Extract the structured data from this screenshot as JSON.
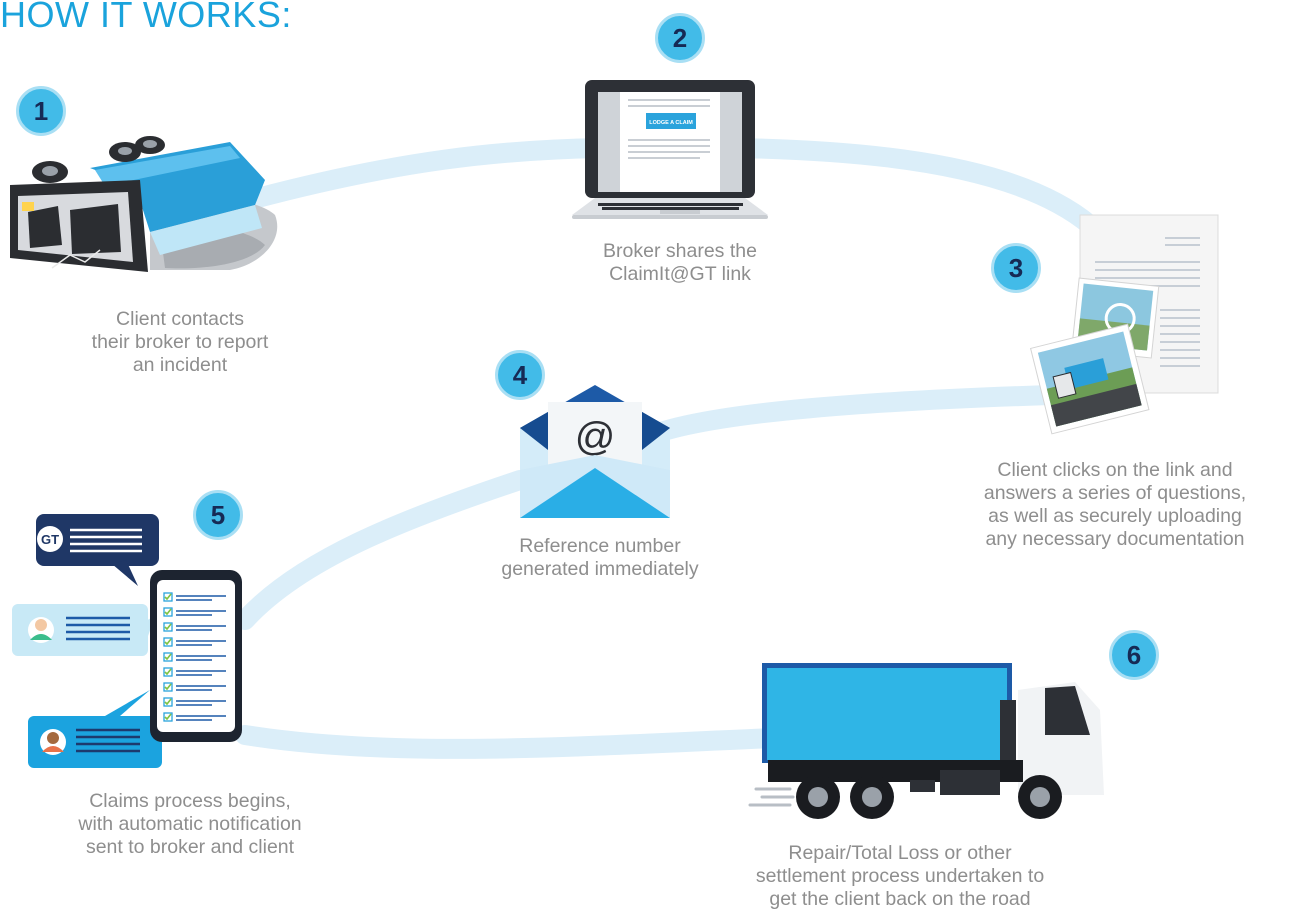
{
  "title": "HOW IT WORKS:",
  "steps": [
    {
      "number": "1",
      "caption": "Client contacts\ntheir broker to report\nan incident"
    },
    {
      "number": "2",
      "caption": "Broker shares the\nClaimIt@GT link"
    },
    {
      "number": "3",
      "caption": "Client clicks on the link and\nanswers a series of questions,\nas well as securely uploading\nany necessary documentation"
    },
    {
      "number": "4",
      "caption": "Reference number\ngenerated immediately"
    },
    {
      "number": "5",
      "caption": "Claims process begins,\nwith automatic notification\nsent to broker and client"
    },
    {
      "number": "6",
      "caption": "Repair/Total Loss or other\nsettlement process undertaken to\nget the client back on the road"
    }
  ],
  "laptop": {
    "button_label": "LODGE A CLAIM"
  },
  "email": {
    "symbol": "@"
  },
  "chat": {
    "logo_text": "GT"
  },
  "colors": {
    "accent": "#1aa3dc",
    "path": "#dbeef9",
    "badge": "#42bbe8",
    "badge_text": "#162a55",
    "caption": "#8e8e8e",
    "navy": "#1d3a6e"
  }
}
